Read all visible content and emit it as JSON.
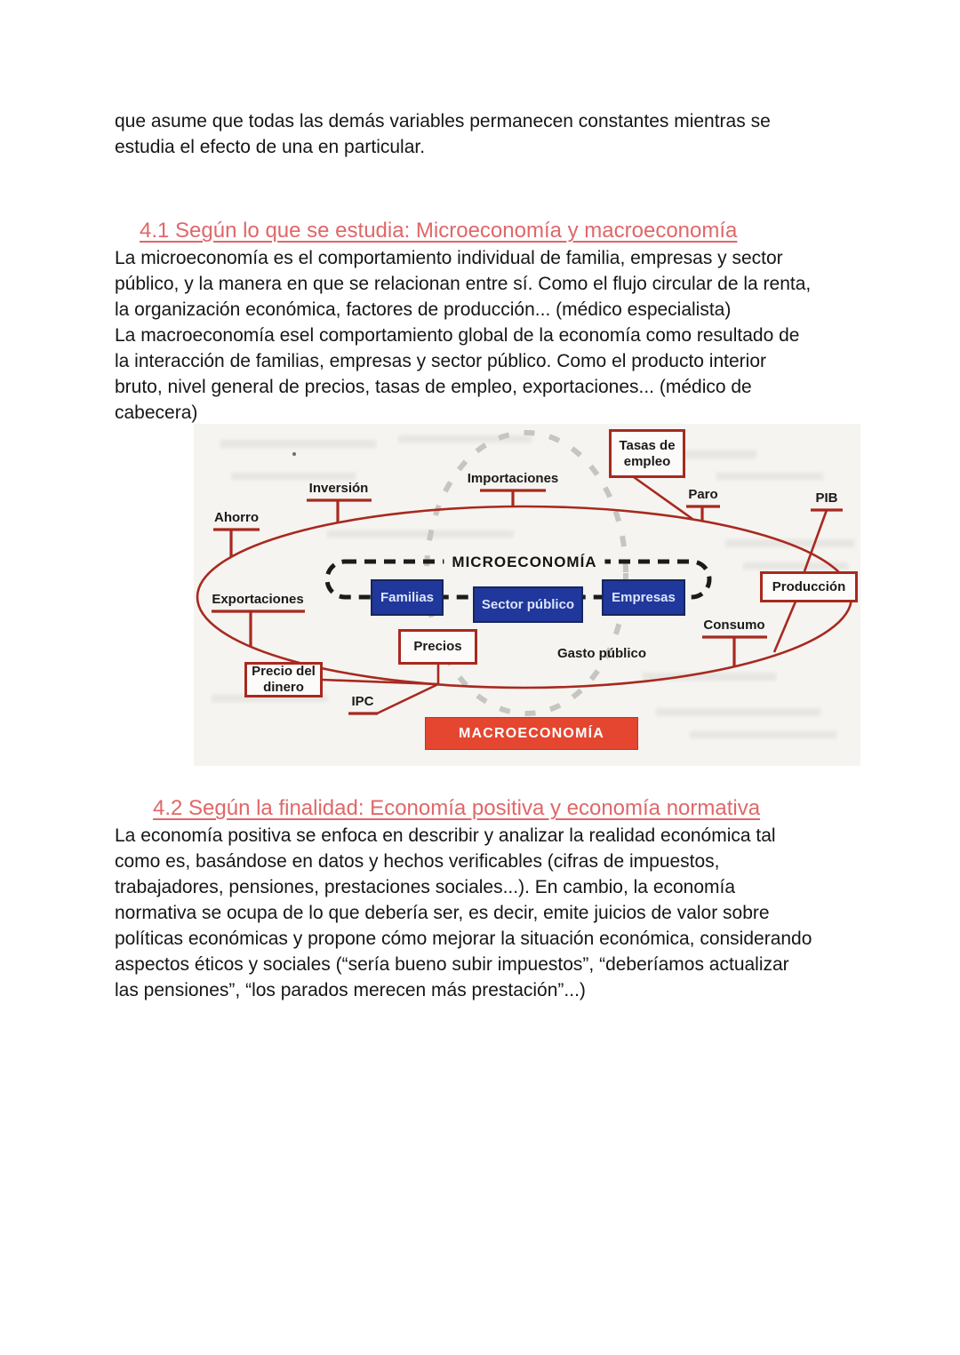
{
  "intro": {
    "lines": [
      "que asume que todas las demás variables permanecen constantes mientras se",
      "estudia el efecto de una en particular."
    ]
  },
  "section_41": {
    "heading": "4.1 Según lo que se estudia: Microeconomía y macroeconomía",
    "lines": [
      "La microeconomía es el comportamiento individual de familia, empresas y sector",
      "público, y la manera en que se relacionan entre sí. Como el flujo circular de la renta,",
      "la organización económica, factores de producción... (médico especialista)",
      "La macroeconomía esel comportamiento global de la economía como resultado de",
      "la interacción de familias, empresas y sector público. Como el producto interior",
      "bruto, nivel general de precios, tasas de empleo, exportaciones... (médico de",
      "cabecera)"
    ]
  },
  "diagram": {
    "micro_label": "MICROECONOMÍA",
    "macro_label": "MACROECONOMÍA",
    "boxes": {
      "familias": "Familias",
      "sector_publico": "Sector público",
      "empresas": "Empresas",
      "tasas_empleo": "Tasas de empleo",
      "produccion": "Producción",
      "precios": "Precios",
      "precio_dinero": "Precio del dinero"
    },
    "labels": {
      "importaciones": "Importaciones",
      "inversion": "Inversión",
      "ahorro": "Ahorro",
      "paro": "Paro",
      "pib": "PIB",
      "exportaciones": "Exportaciones",
      "consumo": "Consumo",
      "gasto_publico": "Gasto público",
      "ipc": "IPC"
    },
    "colors": {
      "line_red": "#a8291f",
      "navy_box": "#20389b",
      "macro_red": "#e4462f",
      "scan_background": "#f5f4f1"
    }
  },
  "section_42": {
    "heading": "4.2 Según la finalidad: Economía positiva y economía normativa",
    "lines": [
      "La economía positiva se enfoca en describir y analizar la realidad económica tal",
      "como es, basándose en datos y hechos verificables (cifras de impuestos,",
      "trabajadores, pensiones, prestaciones sociales...). En cambio, la economía",
      "normativa se ocupa de lo que debería ser, es decir, emite juicios de valor sobre",
      "políticas económicas y propone cómo mejorar la situación económica, considerando",
      "aspectos éticos y sociales (“sería bueno subir impuestos”, “deberíamos actualizar",
      "las pensiones”, “los parados merecen más prestación”...)"
    ]
  },
  "heading_color": "#e06768"
}
